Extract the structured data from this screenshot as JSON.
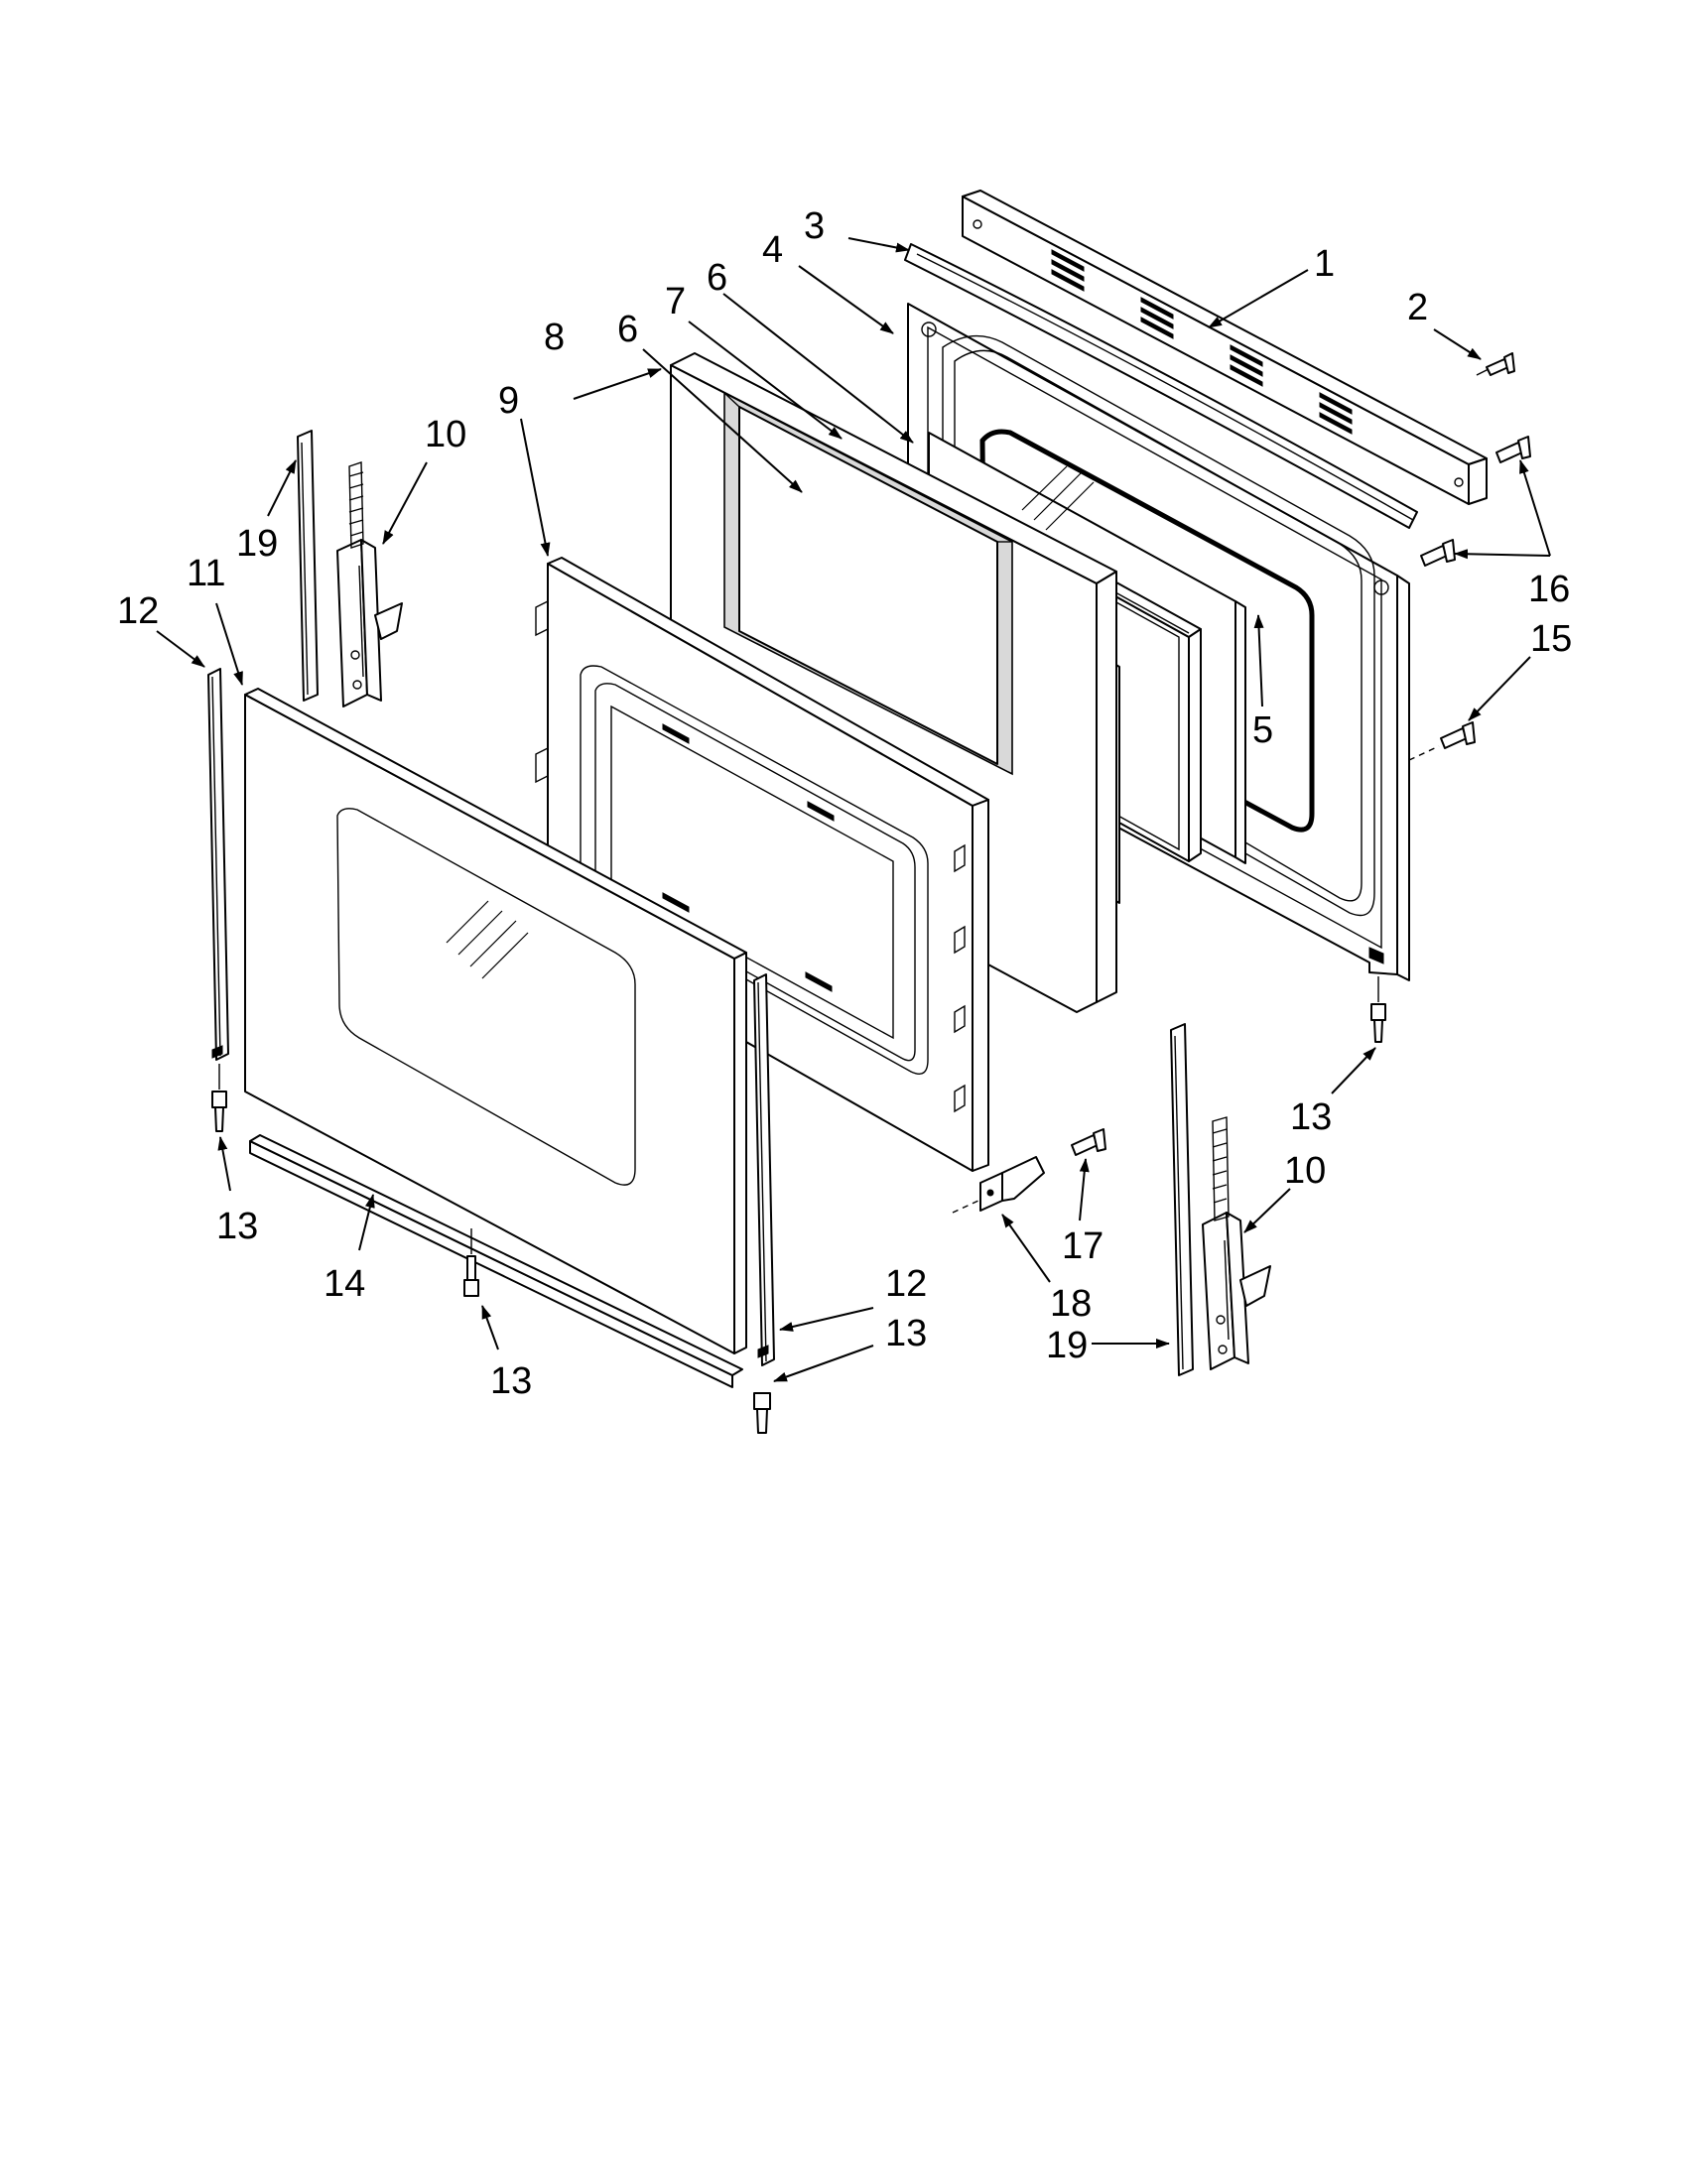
{
  "callouts": [
    {
      "id": "c1",
      "text": "1"
    },
    {
      "id": "c2",
      "text": "2"
    },
    {
      "id": "c3",
      "text": "3"
    },
    {
      "id": "c4",
      "text": "4"
    },
    {
      "id": "c5",
      "text": "5"
    },
    {
      "id": "c6a",
      "text": "6"
    },
    {
      "id": "c6b",
      "text": "6"
    },
    {
      "id": "c7",
      "text": "7"
    },
    {
      "id": "c8",
      "text": "8"
    },
    {
      "id": "c9",
      "text": "9"
    },
    {
      "id": "c10a",
      "text": "10"
    },
    {
      "id": "c10b",
      "text": "10"
    },
    {
      "id": "c11",
      "text": "11"
    },
    {
      "id": "c12a",
      "text": "12"
    },
    {
      "id": "c12b",
      "text": "12"
    },
    {
      "id": "c13a",
      "text": "13"
    },
    {
      "id": "c13b",
      "text": "13"
    },
    {
      "id": "c13c",
      "text": "13"
    },
    {
      "id": "c13d",
      "text": "13"
    },
    {
      "id": "c14",
      "text": "14"
    },
    {
      "id": "c15",
      "text": "15"
    },
    {
      "id": "c16",
      "text": "16"
    },
    {
      "id": "c17",
      "text": "17"
    },
    {
      "id": "c18",
      "text": "18"
    },
    {
      "id": "c19a",
      "text": "19"
    },
    {
      "id": "c19b",
      "text": "19"
    }
  ]
}
